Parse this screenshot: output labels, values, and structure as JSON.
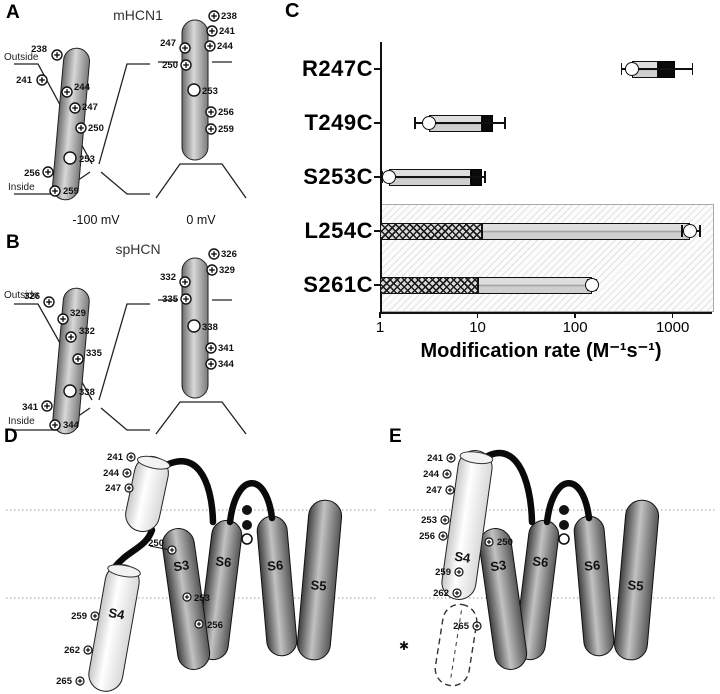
{
  "panelA": {
    "label": "A",
    "title": "mHCN1",
    "outside": "Outside",
    "inside": "Inside",
    "caption_left": "-100 mV",
    "caption_right": "0 mV",
    "residues_left": [
      "238",
      "241",
      "244",
      "247",
      "250",
      "253",
      "256",
      "259"
    ],
    "residues_right": [
      "238",
      "241",
      "244",
      "247",
      "250",
      "253",
      "256",
      "259"
    ]
  },
  "panelB": {
    "label": "B",
    "title": "spHCN",
    "outside": "Outside",
    "inside": "Inside",
    "residues_left": [
      "326",
      "329",
      "332",
      "335",
      "338",
      "341",
      "344"
    ],
    "residues_right": [
      "326",
      "329",
      "332",
      "335",
      "338",
      "341",
      "344"
    ]
  },
  "panelC": {
    "label": "C"
  },
  "chart_data": {
    "type": "bar",
    "orientation": "horizontal",
    "xscale": "log",
    "title": "",
    "xlabel": "Modification rate (M⁻¹s⁻¹)",
    "ylabel": "",
    "xlim": [
      1,
      2000
    ],
    "xticks": [
      1,
      10,
      100,
      1000
    ],
    "grid": false,
    "categories": [
      "R247C",
      "T249C",
      "S253C",
      "L254C",
      "S261C"
    ],
    "bars": [
      {
        "label": "R247C",
        "circle": 380,
        "segments": [
          {
            "from": 380,
            "to": 700,
            "style": "gray"
          },
          {
            "from": 700,
            "to": 1050,
            "style": "black"
          }
        ],
        "error": [
          300,
          1600
        ],
        "row_hatch": false
      },
      {
        "label": "T249C",
        "circle": 3.2,
        "segments": [
          {
            "from": 3.2,
            "to": 11,
            "style": "gray"
          },
          {
            "from": 11,
            "to": 14.5,
            "style": "black"
          }
        ],
        "error": [
          2.3,
          19
        ],
        "row_hatch": false
      },
      {
        "label": "S253C",
        "circle": 1.25,
        "segments": [
          {
            "from": 1.25,
            "to": 8.5,
            "style": "gray"
          },
          {
            "from": 8.5,
            "to": 11,
            "style": "black"
          }
        ],
        "error": [
          1.05,
          12
        ],
        "row_hatch": false
      },
      {
        "label": "L254C",
        "circle": 1500,
        "segments": [
          {
            "from": 1,
            "to": 11,
            "style": "crosshatch"
          },
          {
            "from": 11,
            "to": 1500,
            "style": "gray"
          }
        ],
        "error": [
          1250,
          1900
        ],
        "row_hatch": true
      },
      {
        "label": "S261C",
        "circle": 150,
        "segments": [
          {
            "from": 1,
            "to": 10,
            "style": "crosshatch"
          },
          {
            "from": 10,
            "to": 150,
            "style": "gray"
          }
        ],
        "error": [
          135,
          165
        ],
        "row_hatch": true
      }
    ]
  },
  "panelD": {
    "label": "D",
    "helices": {
      "s3": "S3",
      "s4": "S4",
      "s5": "S5",
      "s6a": "S6",
      "s6b": "S6"
    },
    "residues": [
      "241",
      "244",
      "247",
      "250",
      "253",
      "256",
      "259",
      "262",
      "265"
    ]
  },
  "panelE": {
    "label": "E",
    "helices": {
      "s3": "S3",
      "s4": "S4",
      "s5": "S5",
      "s6a": "S6",
      "s6b": "S6"
    },
    "residues": [
      "241",
      "244",
      "247",
      "250",
      "253",
      "256",
      "259",
      "262",
      "265"
    ],
    "marker": "✱"
  }
}
